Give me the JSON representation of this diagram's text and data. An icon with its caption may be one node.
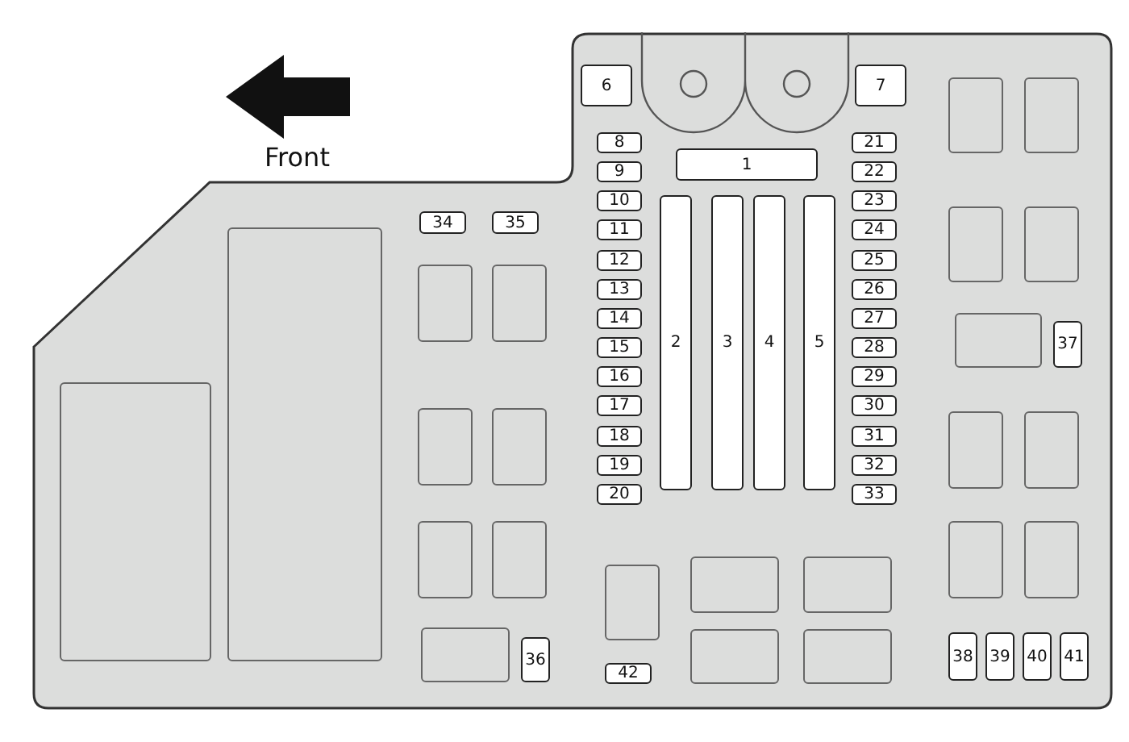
{
  "diagram": {
    "nodes": [
      {
        "text": [],
        "shape": "box"
      },
      {
        "text": [
          "1"
        ],
        "in": 0
      },
      {
        "text": [
          "2"
        ],
        "in": 0
      },
      {
        "text": [
          "3"
        ],
        "in": 0
      },
      {
        "text": [
          "4"
        ],
        "in": 0
      },
      {
        "text": [
          "5"
        ],
        "in": 0
      },
      {
        "text": [
          "6"
        ],
        "in": 0
      },
      {
        "text": [
          "7"
        ],
        "in": 0
      },
      {
        "text": [
          "8"
        ],
        "in": 0
      },
      {
        "text": [
          "9"
        ],
        "in": 0
      },
      {
        "text": [
          "10"
        ],
        "in": 0
      },
      {
        "text": [
          "11"
        ],
        "in": 0
      },
      {
        "text": [
          "12"
        ],
        "in": 0
      },
      {
        "text": [
          "13"
        ],
        "in": 0
      },
      {
        "text": [
          "14"
        ],
        "in": 0
      },
      {
        "text": [
          "15"
        ],
        "in": 0
      },
      {
        "text": [
          "16"
        ],
        "in": 0
      },
      {
        "text": [
          "17"
        ],
        "in": 0
      },
      {
        "text": [
          "18"
        ],
        "in": 0
      },
      {
        "text": [
          "19"
        ],
        "in": 0
      },
      {
        "text": [
          "20"
        ],
        "in": 0
      },
      {
        "text": [
          "21"
        ],
        "in": 0
      },
      {
        "text": [
          "22"
        ],
        "in": 0
      },
      {
        "text": [
          "23"
        ],
        "in": 0
      },
      {
        "text": [
          "24"
        ],
        "in": 0
      },
      {
        "text": [
          "25"
        ],
        "in": 0
      },
      {
        "text": [
          "26"
        ],
        "in": 0
      },
      {
        "text": [
          "27"
        ],
        "in": 0
      },
      {
        "text": [
          "28"
        ],
        "in": 0
      },
      {
        "text": [
          "29"
        ],
        "in": 0
      },
      {
        "text": [
          "30"
        ],
        "in": 0
      },
      {
        "text": [
          "31"
        ],
        "in": 0
      },
      {
        "text": [
          "32"
        ],
        "in": 0
      },
      {
        "text": [
          "33"
        ],
        "in": 0
      },
      {
        "text": [
          "34"
        ],
        "in": 0
      },
      {
        "text": [
          "35"
        ],
        "in": 0
      },
      {
        "text": [
          "36"
        ],
        "in": 0
      },
      {
        "text": [
          "37"
        ],
        "in": 0
      },
      {
        "text": [
          "38"
        ],
        "in": 0
      },
      {
        "text": [
          "39"
        ],
        "in": 0
      },
      {
        "text": [
          "40"
        ],
        "in": 0
      },
      {
        "text": [
          "41"
        ],
        "in": 0
      },
      {
        "text": [
          "42"
        ],
        "in": 0
      },
      {
        "text": [],
        "shape": "box",
        "in": 0
      },
      {
        "text": [],
        "shape": "box",
        "in": 0
      },
      {
        "text": [],
        "shape": "box",
        "in": 0
      },
      {
        "text": [],
        "shape": "box",
        "in": 0
      },
      {
        "text": [],
        "shape": "box",
        "in": 0
      },
      {
        "text": [],
        "shape": "box",
        "in": 0
      },
      {
        "text": [],
        "shape": "box",
        "in": 0
      },
      {
        "text": [],
        "shape": "box",
        "in": 0
      },
      {
        "text": [],
        "shape": "box",
        "in": 0
      },
      {
        "text": [],
        "shape": "box",
        "in": 0
      },
      {
        "text": [],
        "shape": "box",
        "in": 0
      },
      {
        "text": [],
        "shape": "box",
        "in": 0
      },
      {
        "text": [],
        "shape": "box",
        "in": 0
      },
      {
        "text": [],
        "shape": "box",
        "in": 0
      },
      {
        "text": [],
        "shape": "box",
        "in": 0
      },
      {
        "text": [],
        "shape": "box",
        "in": 0
      },
      {
        "text": [],
        "shape": "box",
        "in": 0
      },
      {
        "text": [],
        "shape": "box",
        "in": 0
      },
      {
        "text": [],
        "shape": "box",
        "in": 0
      },
      {
        "text": [],
        "shape": "box",
        "in": 0
      },
      {
        "text": [],
        "shape": "box",
        "in": 0
      },
      {
        "text": [],
        "shape": "box",
        "in": 0
      },
      {
        "text": [],
        "shape": "box",
        "in": 0
      }
    ],
    "edges": [],
    "labels": [
      "Front"
    ]
  }
}
